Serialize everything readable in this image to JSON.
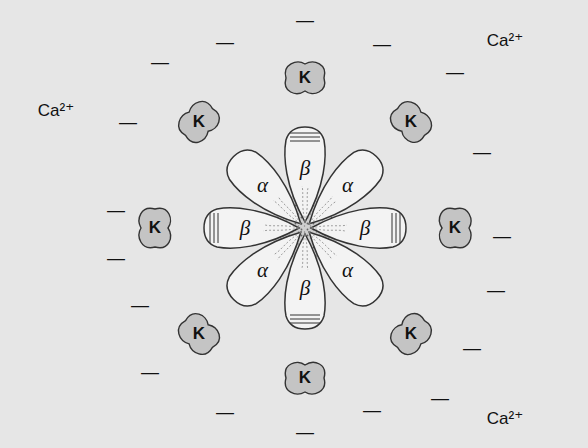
{
  "diagram": {
    "nodes": [
      {
        "text": [
          "K"
        ]
      },
      {
        "text": [
          "K"
        ]
      },
      {
        "text": [
          "K"
        ]
      },
      {
        "text": [
          "K"
        ]
      },
      {
        "text": [
          "K"
        ]
      },
      {
        "text": [
          "K"
        ]
      },
      {
        "text": [
          "K"
        ]
      },
      {
        "text": [
          "K"
        ]
      },
      {
        "text": [
          "β"
        ]
      },
      {
        "text": [
          "α"
        ]
      },
      {
        "text": [
          "β"
        ]
      },
      {
        "text": [
          "α"
        ]
      },
      {
        "text": [
          "β"
        ]
      },
      {
        "text": [
          "α"
        ]
      },
      {
        "text": [
          "β"
        ]
      },
      {
        "text": [
          "α"
        ]
      }
    ],
    "labels": [
      "Ca²⁺",
      "Ca²⁺",
      "Ca²⁺",
      "—",
      "—",
      "—",
      "—",
      "—",
      "—",
      "—",
      "—",
      "—",
      "—",
      "—",
      "—",
      "—",
      "—",
      "—",
      "—",
      "—",
      "—"
    ]
  }
}
